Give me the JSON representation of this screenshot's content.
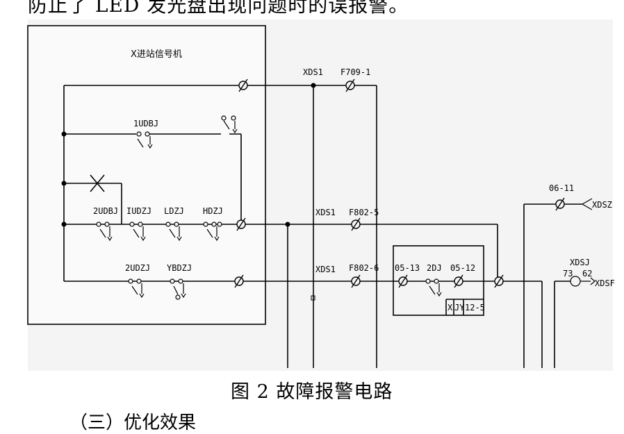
{
  "top_text": "防止了 LED 发光盘出现问题时的误报警。",
  "figure_caption": "图 2 故障报警电路",
  "section_heading": "（三）优化效果",
  "diagram": {
    "box_title": "X进站信号机",
    "labels": {
      "xds1_top": "XDS1",
      "f709": "F709-1",
      "udbj1": "1UDBJ",
      "udbj2": "2UDBJ",
      "iudzj": "IUDZJ",
      "ldzj": "LDZJ",
      "hdzj": "HDZJ",
      "xds1_mid": "XDS1",
      "f802_5": "F802-5",
      "udzj2": "2UDZJ",
      "ybdzj": "YBDZJ",
      "xds1_low": "XDS1",
      "f802_6": "F802-6",
      "t0513": "05-13",
      "dj2": "2DJ",
      "t0512": "05-12",
      "xjy1": "X",
      "xjy2": "JY",
      "xjy3": "12-5",
      "t0611": "06-11",
      "xdsz": "XDSZ",
      "xdsj": "XDSJ",
      "n73": "73",
      "n62": "62",
      "xdsf": "XDSF"
    }
  }
}
